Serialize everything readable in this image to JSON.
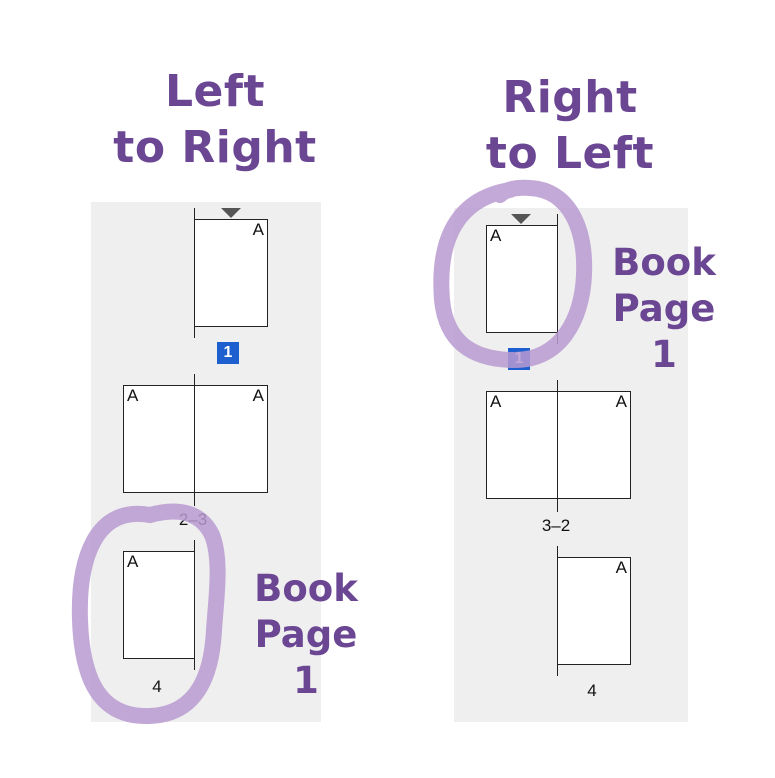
{
  "left": {
    "title_line1": "Left",
    "title_line2": "to Right",
    "badge": "1",
    "spread_label": "2–3",
    "last_label": "4",
    "page_letter": "A",
    "note_line1": "Book",
    "note_line2": "Page 1"
  },
  "right": {
    "title_line1": "Right",
    "title_line2": "to Left",
    "badge": "1",
    "spread_label": "3–2",
    "last_label": "4",
    "page_letter": "A",
    "note_line1": "Book",
    "note_line2": "Page 1"
  },
  "colors": {
    "annotation": "#6a4693",
    "highlight_circle": "#b89ad0",
    "panel": "#efefef",
    "badge": "#1d5fcf"
  }
}
